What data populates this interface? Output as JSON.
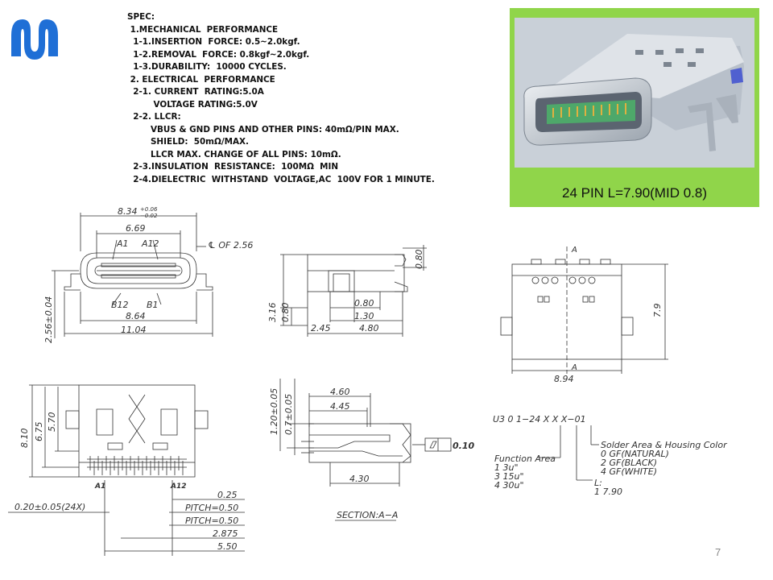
{
  "spec": {
    "lines": [
      "SPEC:",
      " 1.MECHANICAL  PERFORMANCE",
      "  1-1.INSERTION  FORCE: 0.5~2.0kgf.",
      "  1-2.REMOVAL  FORCE: 0.8kgf~2.0kgf.",
      "  1-3.DURABILITY:  10000 CYCLES.",
      " 2. ELECTRICAL  PERFORMANCE",
      "  2-1. CURRENT  RATING:5.0A",
      "         VOLTAGE RATING:5.0V",
      "  2-2. LLCR:",
      "        VBUS & GND PINS AND OTHER PINS: 40mΩ/PIN MAX.",
      "        SHIELD:  50mΩ/MAX.",
      "        LLCR MAX. CHANGE OF ALL PINS: 10mΩ.",
      "  2-3.INSULATION  RESISTANCE:  100MΩ  MIN",
      "  2-4.DIELECTRIC  WITHSTAND  VOLTAGE,AC  100V FOR 1 MINUTE."
    ]
  },
  "photo": {
    "caption": "24 PIN L=7.90(MID 0.8)"
  },
  "colors": {
    "logo": "#1f6fd6",
    "photo_bg": "#90d54a",
    "pcb": "#4ea86a",
    "pins": "#e0b040"
  },
  "front": {
    "dim_top": "8.34",
    "tol_plus": "+0.06",
    "tol_minus": "−0.02",
    "dim_669": "6.69",
    "a1": "A1",
    "a12": "A12",
    "cl": "℄ OF 2.56",
    "b12": "B12",
    "b1": "B1",
    "dim_864": "8.64",
    "dim_1104": "11.04",
    "dim_256": "2.56±0.04"
  },
  "side": {
    "d080a": "0.80",
    "d316": "3.16",
    "d080b": "0.80",
    "d080c": "0.80",
    "d130": "1.30",
    "d245": "2.45",
    "d480": "4.80"
  },
  "top": {
    "label_a": "A",
    "d79": "7.9",
    "d894": "8.94"
  },
  "bottom": {
    "d810": "8.10",
    "d675": "6.75",
    "d570": "5.70",
    "a1": "A1",
    "a12": "A12",
    "d025": "0.25",
    "pitch1": "PITCH=0.50",
    "pitch2": "PITCH=0.50",
    "d020": "0.20±0.05(24X)",
    "d2875": "2.875",
    "d550": "5.50"
  },
  "section": {
    "d120": "1.20±0.05",
    "d07": "0.7±0.05",
    "d460": "4.60",
    "d445": "4.45",
    "flat": "0.10",
    "d430": "4.30",
    "title": "SECTION:A−A"
  },
  "partno": {
    "code": "U3  0  1−24  X  X  X−01",
    "solder_title": "Solder Area & Housing Color",
    "solder_opts": [
      "0  GF(NATURAL)",
      "2  GF(BLACK)",
      "4  GF(WHITE)"
    ],
    "func_title": "Function Area",
    "func_opts": [
      "1  3u\"",
      "3  15u\"",
      "4  30u\""
    ],
    "l_title": "L:",
    "l_opt": "1  7.90"
  },
  "page_number": "7"
}
